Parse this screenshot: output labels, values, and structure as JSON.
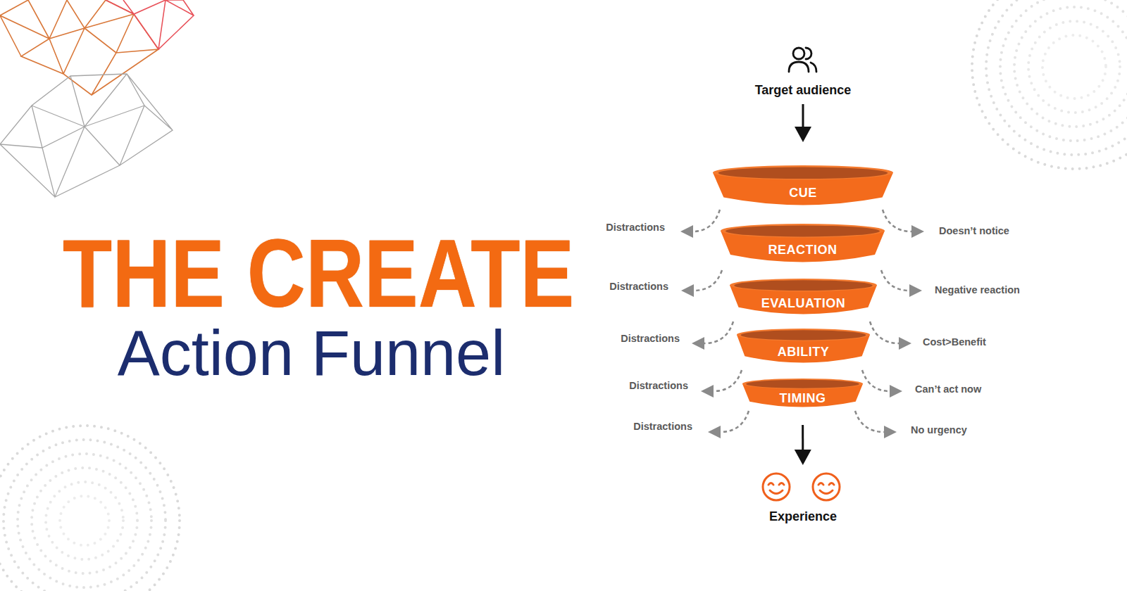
{
  "diagram": {
    "title": "THE CREATE",
    "nodes": [
      {
        "text": [
          "Target audience"
        ]
      },
      {
        "text": [
          "CUE"
        ]
      },
      {
        "text": [
          "REACTION"
        ]
      },
      {
        "text": [
          "EVALUATION"
        ]
      },
      {
        "text": [
          "ABILITY"
        ]
      },
      {
        "text": [
          "TIMING"
        ]
      },
      {
        "text": [
          "Experience"
        ]
      }
    ],
    "edges": [
      {
        "from": 0,
        "to": 1,
        "arrow": "to"
      },
      {
        "from": 5,
        "to": 6,
        "arrow": "to"
      }
    ],
    "labels": [
      "Action Funnel",
      "Distractions",
      "Doesn’t notice",
      "Distractions",
      "Negative reaction",
      "Distractions",
      "Cost>Benefit",
      "Distractions",
      "Can’t act now",
      "Distractions",
      "No urgency"
    ]
  }
}
